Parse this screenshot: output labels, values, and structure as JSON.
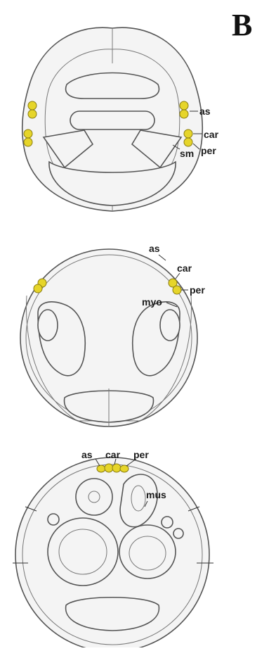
{
  "figure": {
    "panel_label": "B",
    "colors": {
      "cell_fill": "#f4f4f4",
      "cell_stroke": "#555555",
      "highlight_fill": "#e6d52a",
      "highlight_stroke": "#8a7d10",
      "label_color": "#1a1a1a"
    },
    "section1": {
      "labels": {
        "as": "as",
        "car": "car",
        "per": "per",
        "sm": "sm"
      }
    },
    "section2": {
      "labels": {
        "as": "as",
        "car": "car",
        "per": "per",
        "myo": "myo"
      }
    },
    "section3": {
      "labels": {
        "as": "as",
        "car": "car",
        "per": "per",
        "mus": "mus"
      }
    }
  }
}
